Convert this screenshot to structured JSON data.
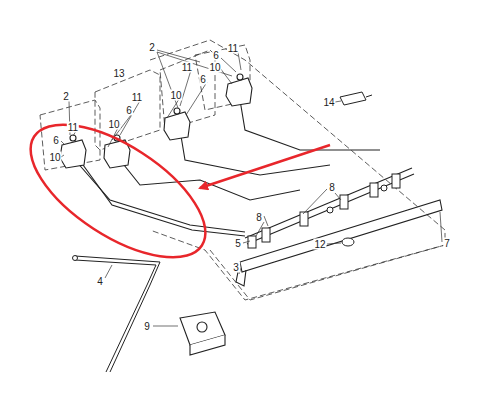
{
  "diagram": {
    "labels": [
      "2",
      "6",
      "11",
      "10",
      "11",
      "6",
      "10",
      "13",
      "11",
      "6",
      "10",
      "14",
      "2",
      "11",
      "6",
      "10",
      "8",
      "8",
      "5",
      "12",
      "7",
      "3",
      "4",
      "9"
    ]
  }
}
